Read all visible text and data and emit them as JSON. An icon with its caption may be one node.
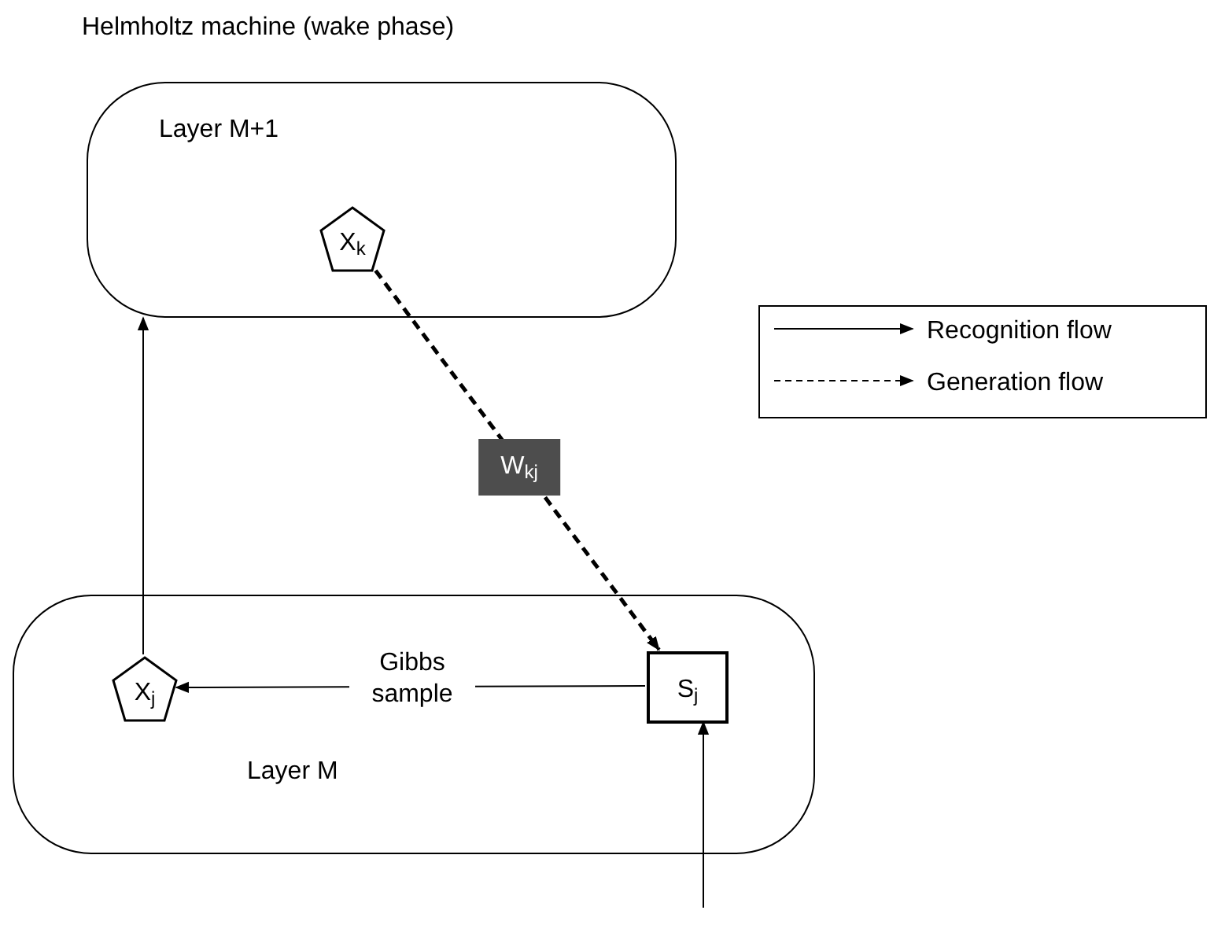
{
  "diagram": {
    "title": "Helmholtz machine (wake phase)",
    "nodes": [
      {
        "text": [
          "Layer M+1"
        ]
      },
      {
        "text": [
          "X$_{k}$"
        ],
        "in": 0
      },
      {
        "text": [
          "Layer M"
        ]
      },
      {
        "text": [
          "X$_{j}$"
        ],
        "in": 2
      },
      {
        "text": [
          "S$_{j}$"
        ],
        "in": 2
      }
    ],
    "edges": [
      {
        "from": 1,
        "to": 4,
        "arrow": "to",
        "label": "W$_{kj}$",
        "style": "dashed"
      },
      {
        "from": 4,
        "to": 3,
        "arrow": "to",
        "label": "Gibbs sample"
      },
      {
        "from": 3,
        "to": 0,
        "arrow": "to"
      },
      {
        "from": null,
        "to": 4,
        "arrow": "to"
      }
    ],
    "legend": [
      {
        "text": "Recognition flow"
      },
      {
        "text": "Generation flow"
      }
    ]
  }
}
